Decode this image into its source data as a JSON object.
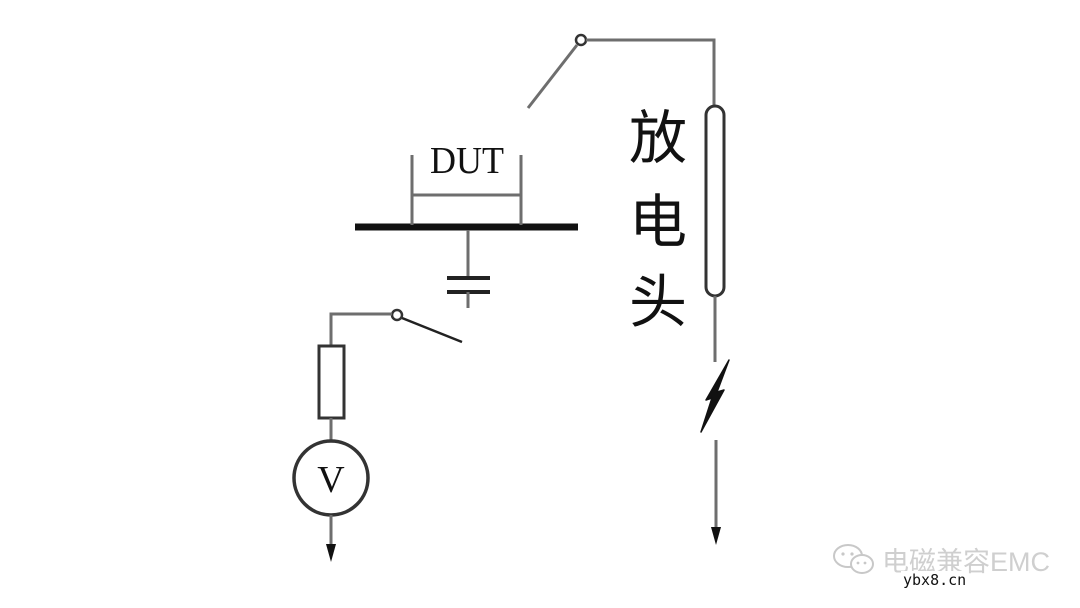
{
  "diagram": {
    "type": "circuit-schematic",
    "title": "",
    "labels": {
      "dut": "DUT",
      "discharge_tip_chars": [
        "放",
        "电",
        "头"
      ],
      "voltmeter": "V"
    },
    "components": [
      {
        "id": "top-switch",
        "kind": "switch",
        "connects": [
          "discharge-tip"
        ]
      },
      {
        "id": "discharge-tip",
        "kind": "discharge-electrode",
        "label": "放电头"
      },
      {
        "id": "spark-gap",
        "kind": "spark"
      },
      {
        "id": "ground-plane",
        "kind": "horizontal-coupling-plane"
      },
      {
        "id": "dut",
        "kind": "device-under-test",
        "label": "DUT"
      },
      {
        "id": "capacitor",
        "kind": "capacitor"
      },
      {
        "id": "bottom-switch",
        "kind": "switch"
      },
      {
        "id": "resistor",
        "kind": "resistor"
      },
      {
        "id": "voltmeter",
        "kind": "voltmeter",
        "label": "V"
      },
      {
        "id": "ground-arrows",
        "kind": "ground-return",
        "count": 2
      }
    ]
  },
  "watermark": {
    "icon": "wechat-icon",
    "text": "电磁兼容EMC",
    "site": "ybx8.cn"
  },
  "colors": {
    "wire": "#6e6e6e",
    "ink": "#111111",
    "watermark": "#cfcfcf",
    "background": "#ffffff"
  }
}
